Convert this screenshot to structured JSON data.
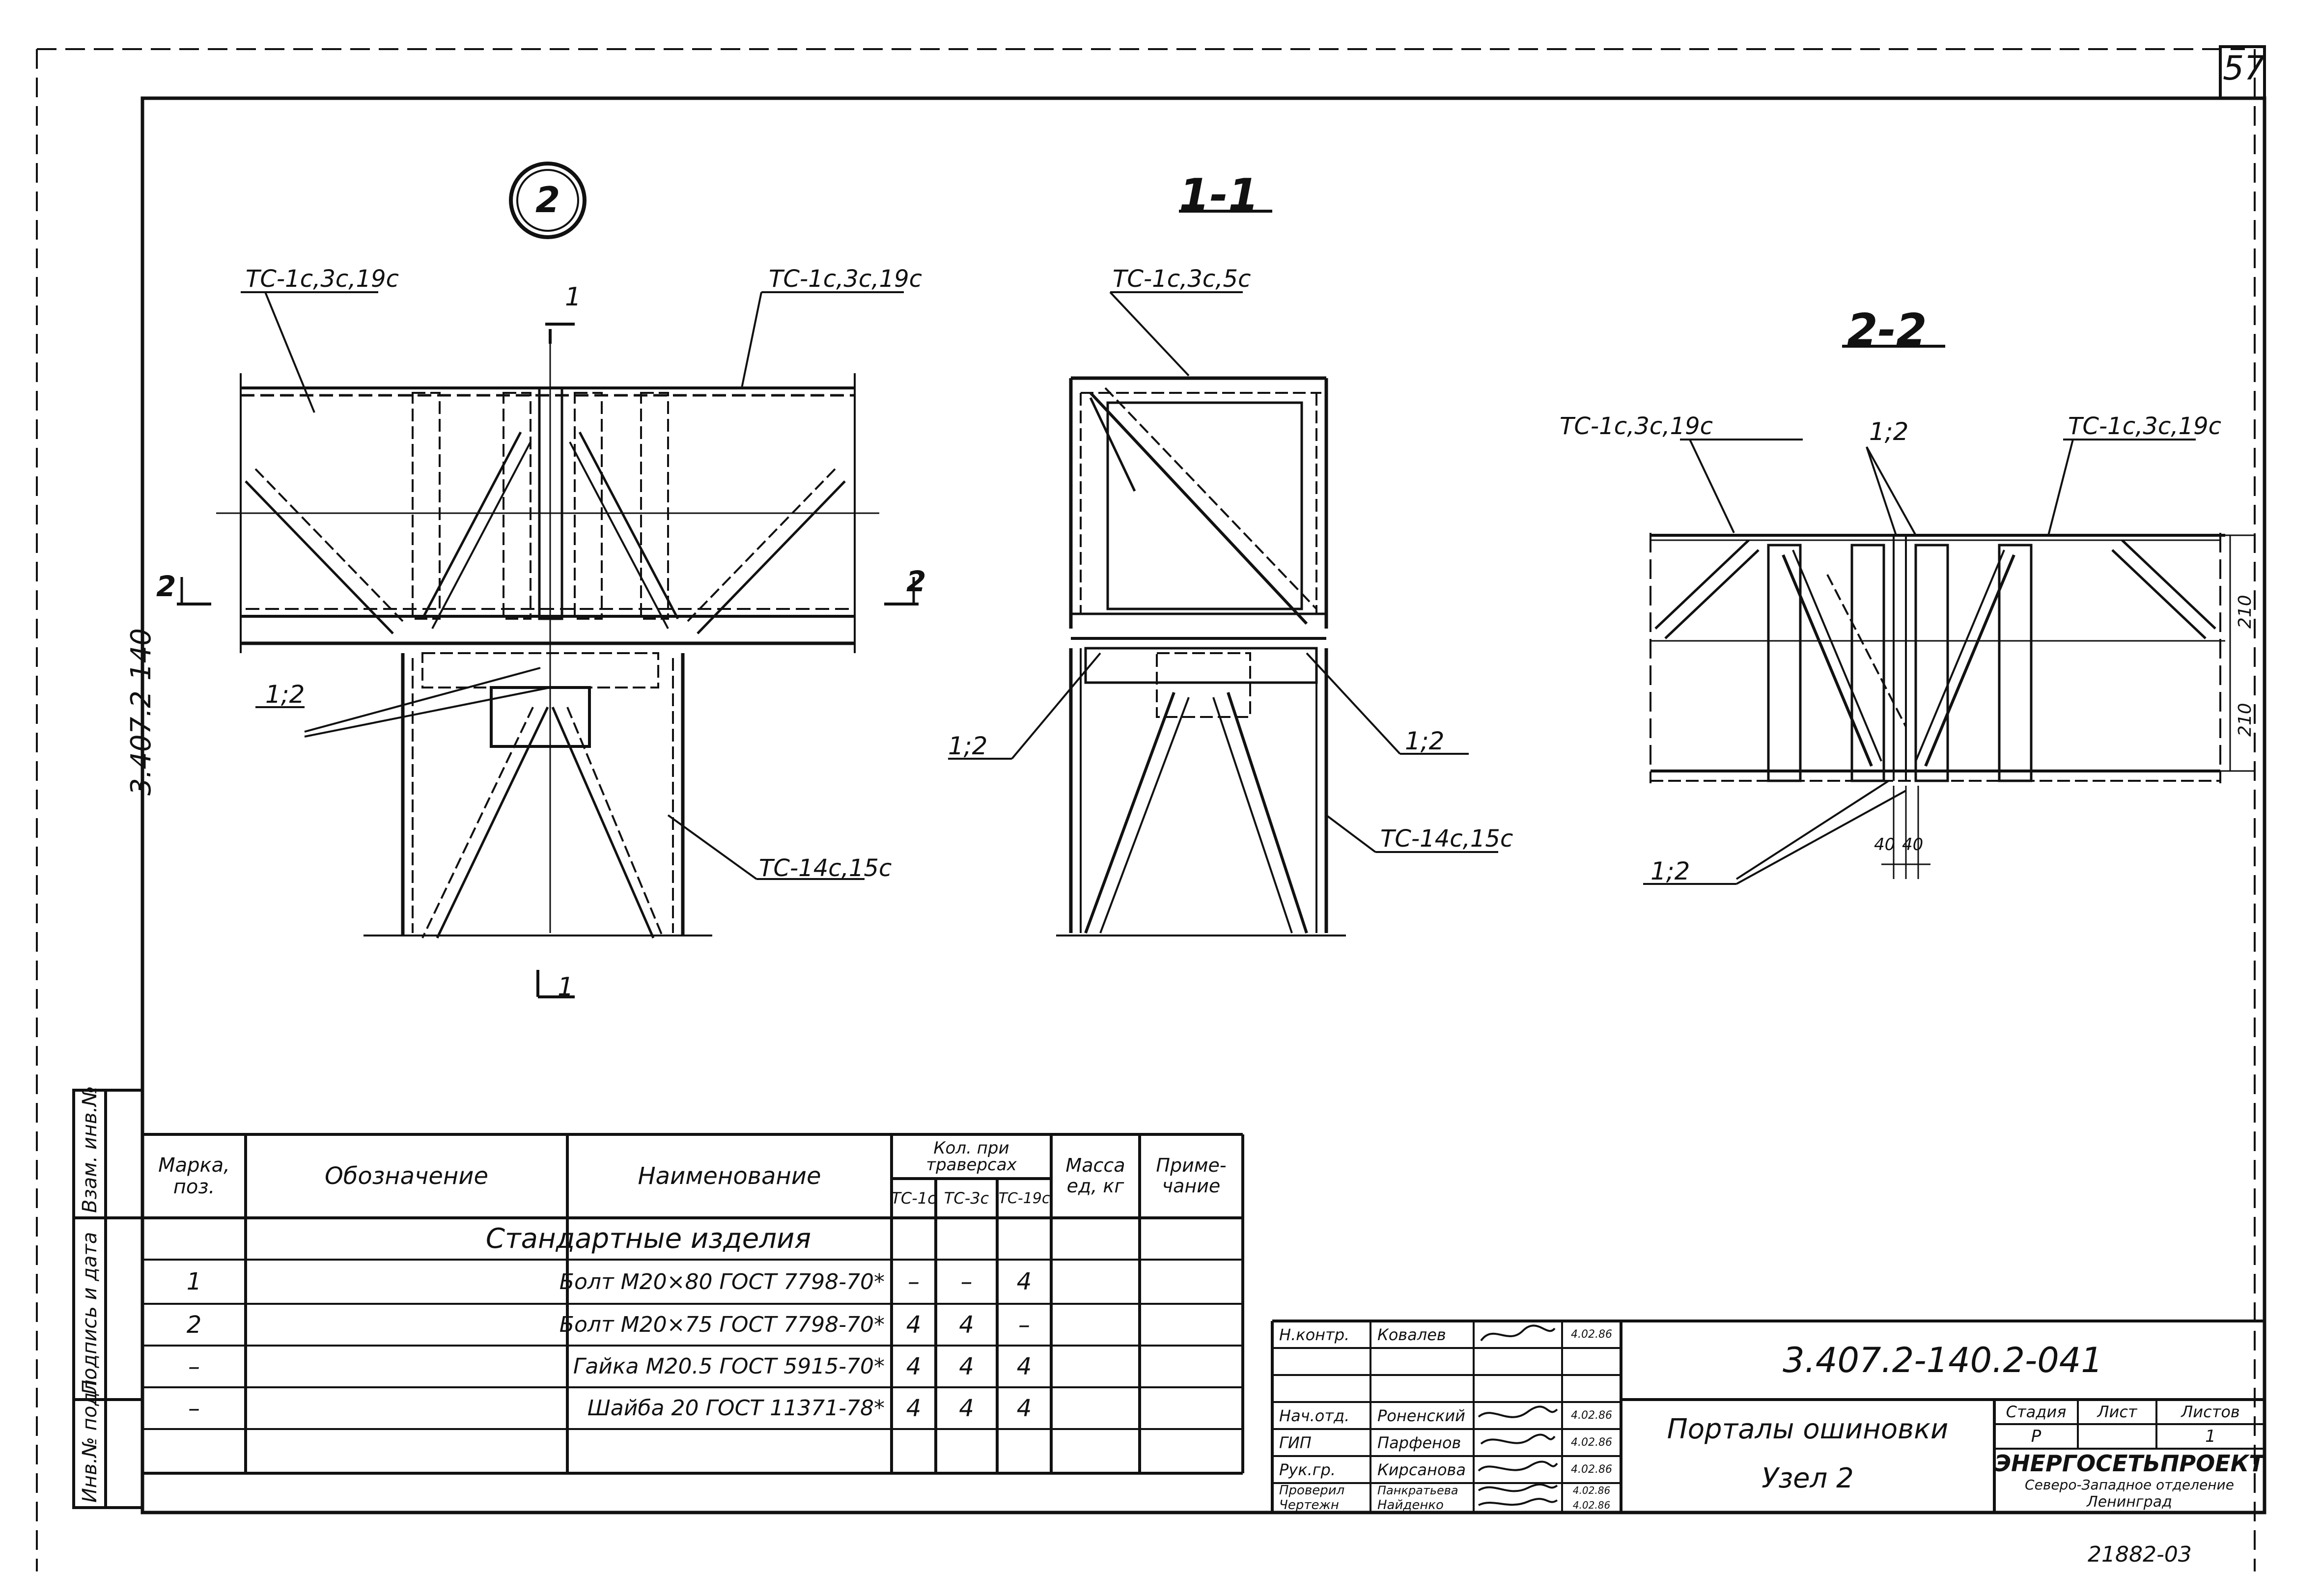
{
  "sheet": {
    "page_number": "57",
    "side_code": "3.407.2-140",
    "bottom_code": "21882-03"
  },
  "drawing": {
    "node_number": "2",
    "view_1": {
      "section_mark_top": "1",
      "section_mark_bottom": "1",
      "section_mark_left": "2",
      "section_mark_right": "2",
      "label_top_left": "ТС-1с,3с,19с",
      "label_top_right": "ТС-1с,3с,19с",
      "label_ratio": "1;2",
      "label_leg": "ТС-14с,15с"
    },
    "section_1": {
      "title": "1-1",
      "label_top": "ТС-1с,3с,5с",
      "label_left_ratio": "1;2",
      "label_right_ratio": "1;2",
      "label_leg": "ТС-14с,15с"
    },
    "section_2": {
      "title": "2-2",
      "label_left": "ТС-1с,3с,19с",
      "label_ratio_top": "1;2",
      "label_right": "ТС-1с,3с,19с",
      "label_ratio_bottom": "1;2",
      "dim_1": "210",
      "dim_2": "210",
      "dim_3": "40",
      "dim_4": "40"
    }
  },
  "left_stamp": {
    "col_1": "Инв.№ подл.",
    "col_2": "Подпись и дата",
    "col_3": "Взам. инв.№"
  },
  "spec_table": {
    "headers": {
      "mark": "Марка, поз.",
      "designation": "Обозначение",
      "name": "Наименование",
      "qty_group": "Кол. при траверсах",
      "qty_1": "ТС-1с",
      "qty_2": "ТС-3с",
      "qty_3": "ТС-19с",
      "mass": "Масса ед, кг",
      "note": "Приме- чание"
    },
    "section_title": "Стандартные изделия",
    "rows": [
      {
        "mark": "1",
        "name": "Болт М20×80 ГОСТ 7798-70*",
        "q1": "–",
        "q2": "–",
        "q3": "4"
      },
      {
        "mark": "2",
        "name": "Болт М20×75 ГОСТ 7798-70*",
        "q1": "4",
        "q2": "4",
        "q3": "–"
      },
      {
        "mark": "–",
        "name": "Гайка М20.5 ГОСТ 5915-70*",
        "q1": "4",
        "q2": "4",
        "q3": "4"
      },
      {
        "mark": "–",
        "name": "Шайба 20 ГОСТ 11371-78*",
        "q1": "4",
        "q2": "4",
        "q3": "4"
      }
    ]
  },
  "title_block": {
    "doc_code": "3.407.2-140.2-041",
    "title_line_1": "Порталы ошиновки",
    "title_line_2": "Узел 2",
    "stage_label": "Стадия",
    "sheet_label": "Лист",
    "sheets_label": "Листов",
    "stage_value": "Р",
    "sheet_value": "",
    "sheets_value": "1",
    "org_name": "ЭНЕРГОСЕТЬПРОЕКТ",
    "org_line_2": "Северо-Западное отделение",
    "org_line_3": "Ленинград",
    "people": [
      {
        "role": "Н.контр.",
        "name": "Ковалев",
        "date": "4.02.86"
      },
      {
        "role": "",
        "name": "",
        "date": ""
      },
      {
        "role": "Нач.отд.",
        "name": "Роненский",
        "date": "4.02.86"
      },
      {
        "role": "ГИП",
        "name": "Парфенов",
        "date": "4.02.86"
      },
      {
        "role": "Рук.гр.",
        "name": "Кирсанова",
        "date": "4.02.86"
      },
      {
        "role": "Проверил",
        "name": "Панкратьева",
        "date": "4.02.86"
      },
      {
        "role": "Чертежн",
        "name": "Найденко",
        "date": "4.02.86"
      }
    ]
  }
}
